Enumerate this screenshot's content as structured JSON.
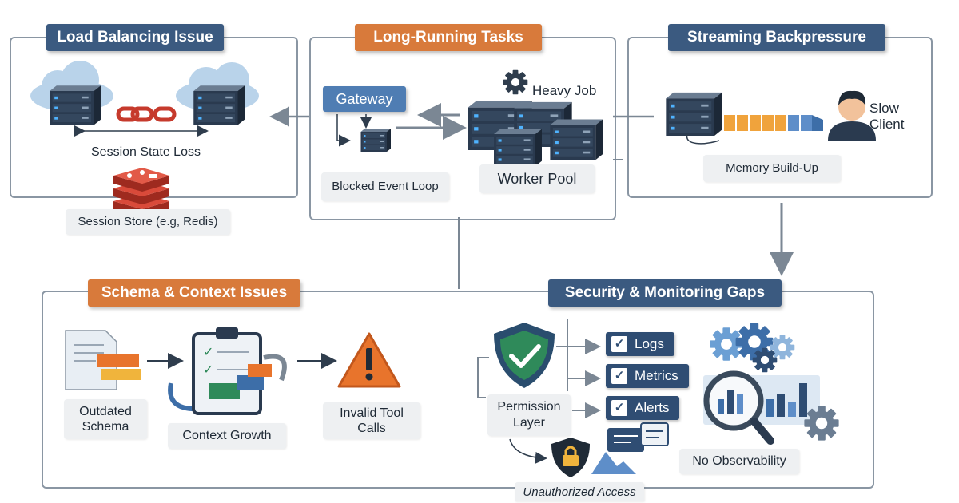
{
  "sections": {
    "load_balancing": {
      "title": "Load Balancing Issue",
      "session_state_loss": "Session State Loss",
      "session_store": "Session Store (e.g, Redis)"
    },
    "long_running": {
      "title": "Long-Running Tasks",
      "gateway": "Gateway",
      "heavy_job": "Heavy Job",
      "blocked_event_loop": "Blocked Event Loop",
      "worker_pool": "Worker Pool"
    },
    "streaming": {
      "title": "Streaming Backpressure",
      "slow_client_line1": "Slow",
      "slow_client_line2": "Client",
      "memory_buildup": "Memory Build-Up"
    },
    "schema": {
      "title": "Schema & Context Issues",
      "outdated_line1": "Outdated",
      "outdated_line2": "Schema",
      "context_growth": "Context Growth",
      "invalid_line1": "Invalid Tool",
      "invalid_line2": "Calls"
    },
    "security": {
      "title": "Security & Monitoring Gaps",
      "permission_line1": "Permission",
      "permission_line2": "Layer",
      "logs": "Logs",
      "metrics": "Metrics",
      "alerts": "Alerts",
      "no_observability": "No Observability",
      "unauthorized_access": "Unauthorized Access"
    }
  },
  "colors": {
    "title_blue": "#3b5a80",
    "title_orange": "#d87a3b",
    "panel_border": "#8a96a3",
    "server_dark": "#2a3a4f",
    "redis_red": "#c63a2c",
    "warning_orange": "#e8742c",
    "shield_green": "#2f8a5a"
  }
}
